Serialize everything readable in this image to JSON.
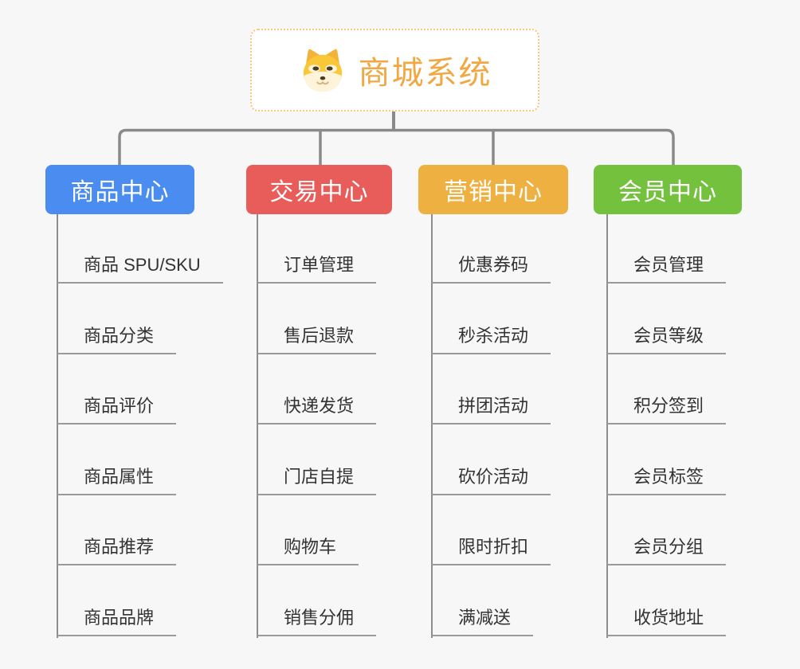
{
  "root": {
    "title": "商城系统",
    "icon": "shiba-dog-icon",
    "text_color": "#f0a843",
    "border_color": "#f5c87e"
  },
  "colors": {
    "background": "#f7f7f7",
    "connector": "#8a8a8a",
    "child_underline": "#9a9a9a",
    "child_text": "#333333"
  },
  "branches": [
    {
      "label": "商品中心",
      "color": "#4a8cf0",
      "items": [
        "商品 SPU/SKU",
        "商品分类",
        "商品评价",
        "商品属性",
        "商品推荐",
        "商品品牌"
      ]
    },
    {
      "label": "交易中心",
      "color": "#e85c5a",
      "items": [
        "订单管理",
        "售后退款",
        "快递发货",
        "门店自提",
        "购物车",
        "销售分佣"
      ]
    },
    {
      "label": "营销中心",
      "color": "#eeb041",
      "items": [
        "优惠券码",
        "秒杀活动",
        "拼团活动",
        "砍价活动",
        "限时折扣",
        "满减送"
      ]
    },
    {
      "label": "会员中心",
      "color": "#74c13e",
      "items": [
        "会员管理",
        "会员等级",
        "积分签到",
        "会员标签",
        "会员分组",
        "收货地址"
      ]
    }
  ]
}
